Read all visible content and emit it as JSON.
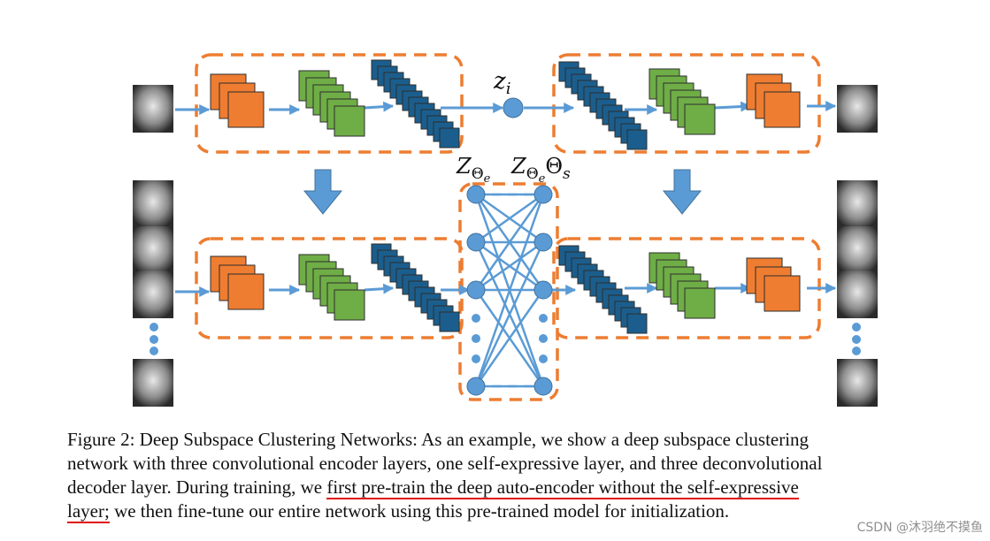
{
  "labels": {
    "z_i": "z",
    "z_i_sub": "i",
    "z_theta_e": "Z",
    "z_theta_e_sub": "Θ",
    "z_theta_e_subsub": "e",
    "z_theta_s_prefix": "Z",
    "z_theta_s_sub": "Θ",
    "z_theta_s_subsub": "e",
    "theta_s": "Θ",
    "theta_s_sub": "s"
  },
  "colors": {
    "orange": "#ef7d31",
    "green": "#6fad46",
    "blue": "#1b5e8d",
    "arrow": "#5b9bd5",
    "dashed": "#ed7d31",
    "underline": "#e01010"
  },
  "caption": {
    "line1": "Figure 2: Deep Subspace Clustering Networks: As an example, we show a deep subspace clustering",
    "line2": "network with three convolutional encoder layers, one self-expressive layer, and three deconvolutional",
    "line3_a": "decoder layer. During training, we ",
    "line3_b": "first pre-train the deep auto-encoder without the self-expressive",
    "line4_a": "layer;",
    "line4_b": " we then fine-tune our entire network using this pre-trained model for initialization."
  },
  "watermark": "CSDN @沐羽绝不摸鱼"
}
